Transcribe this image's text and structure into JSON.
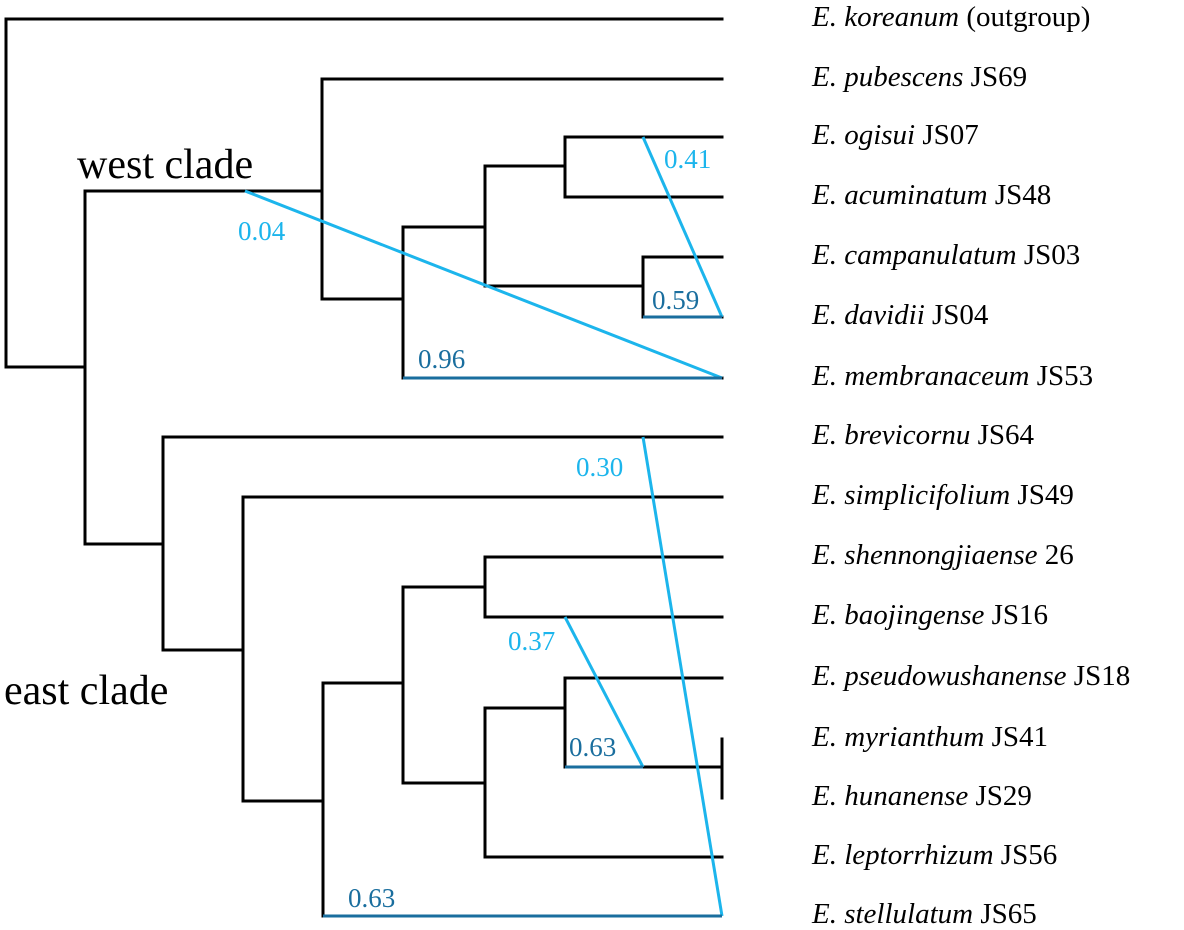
{
  "clade_labels": {
    "west": "west clade",
    "east": "east clade"
  },
  "taxa": [
    {
      "sp": "E. koreanum",
      "rest": " (outgroup)"
    },
    {
      "sp": "E. pubescens",
      "rest": " JS69"
    },
    {
      "sp": "E. ogisui",
      "rest": " JS07"
    },
    {
      "sp": "E. acuminatum",
      "rest": " JS48"
    },
    {
      "sp": "E. campanulatum",
      "rest": " JS03"
    },
    {
      "sp": "E. davidii",
      "rest": " JS04"
    },
    {
      "sp": "E. membranaceum",
      "rest": " JS53"
    },
    {
      "sp": "E. brevicornu",
      "rest": " JS64"
    },
    {
      "sp": "E. simplicifolium",
      "rest": " JS49"
    },
    {
      "sp": "E. shennongjiaense",
      "rest": " 26"
    },
    {
      "sp": "E. baojingense",
      "rest": " JS16"
    },
    {
      "sp": "E. pseudowushanense",
      "rest": " JS18"
    },
    {
      "sp": "E. myrianthum",
      "rest": " JS41"
    },
    {
      "sp": "E. hunanense",
      "rest": " JS29"
    },
    {
      "sp": "E. leptorrhizum",
      "rest": " JS56"
    },
    {
      "sp": "E. stellulatum",
      "rest": " JS65"
    }
  ],
  "reticulation_values": {
    "w_light_1": "0.04",
    "w_light_2": "0.41",
    "w_dark_1": "0.96",
    "w_dark_2": "0.59",
    "e_light_1": "0.30",
    "e_light_2": "0.37",
    "e_dark_1": "0.63",
    "e_dark_2": "0.63"
  },
  "colors": {
    "tree": "#000000",
    "light_edge": "#1cb5ec",
    "dark_edge": "#1a6e9e"
  }
}
